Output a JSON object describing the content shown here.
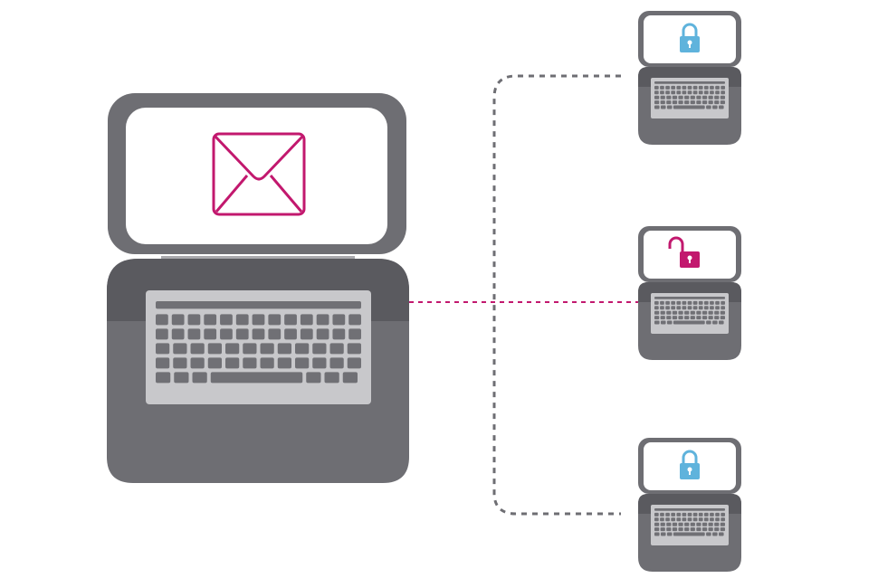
{
  "diagram": {
    "sender": {
      "icon": "envelope-icon",
      "accent": "#c2186e"
    },
    "recipients": [
      {
        "lock_state": "locked",
        "icon": "padlock-closed-icon",
        "color": "#5fb3dc"
      },
      {
        "lock_state": "unlocked",
        "icon": "padlock-open-icon",
        "color": "#c2186e"
      },
      {
        "lock_state": "locked",
        "icon": "padlock-closed-icon",
        "color": "#5fb3dc"
      }
    ],
    "connections": [
      {
        "to": 0,
        "style": "dotted",
        "color": "#6e6e73"
      },
      {
        "to": 1,
        "style": "dashed",
        "color": "#c2186e"
      },
      {
        "to": 2,
        "style": "dotted",
        "color": "#6e6e73"
      }
    ],
    "colors": {
      "device_body": "#6e6e73",
      "device_dark": "#5a5a5f",
      "screen": "#ffffff",
      "keyboard_bg": "#c8c8cb",
      "keys": "#707075"
    }
  }
}
